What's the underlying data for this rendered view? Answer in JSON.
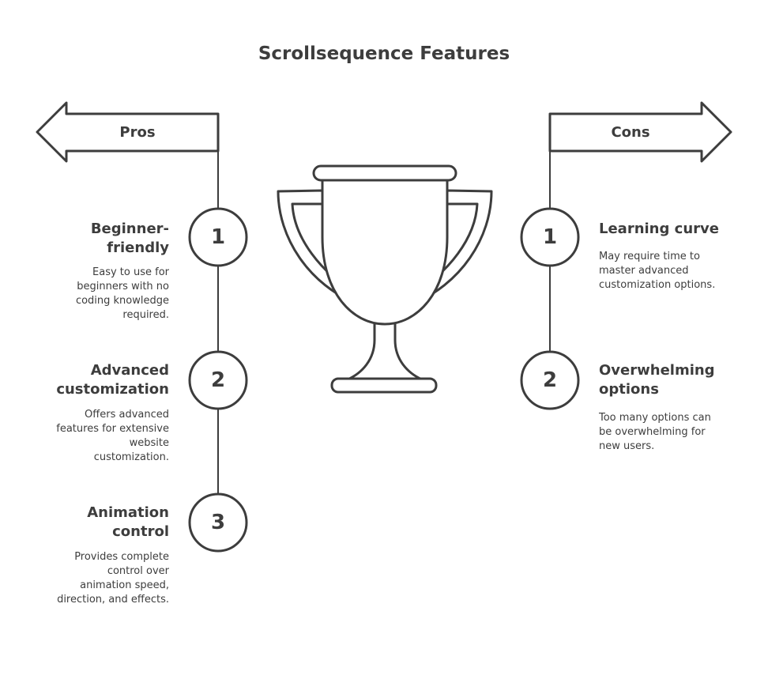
{
  "title": "Scrollsequence Features",
  "pros": {
    "label": "Pros",
    "items": [
      {
        "number": "1",
        "heading_lines": [
          "Beginner-",
          "friendly"
        ],
        "desc_lines": [
          "Easy to use for",
          "beginners with no",
          "coding knowledge",
          "required."
        ]
      },
      {
        "number": "2",
        "heading_lines": [
          "Advanced",
          "customization"
        ],
        "desc_lines": [
          "Offers advanced",
          "features for extensive",
          "website",
          "customization."
        ]
      },
      {
        "number": "3",
        "heading_lines": [
          "Animation",
          "control"
        ],
        "desc_lines": [
          "Provides complete",
          "control over",
          "animation speed,",
          "direction, and effects."
        ]
      }
    ]
  },
  "cons": {
    "label": "Cons",
    "items": [
      {
        "number": "1",
        "heading_lines": [
          "Learning curve"
        ],
        "desc_lines": [
          "May require time to",
          "master advanced",
          "customization options."
        ]
      },
      {
        "number": "2",
        "heading_lines": [
          "Overwhelming",
          "options"
        ],
        "desc_lines": [
          "Too many options can",
          "be overwhelming for",
          "new users."
        ]
      }
    ]
  },
  "colors": {
    "stroke": "#3d3d3d",
    "text": "#3d3d3d",
    "background": "#ffffff"
  },
  "icons": {
    "center": "trophy-icon"
  }
}
